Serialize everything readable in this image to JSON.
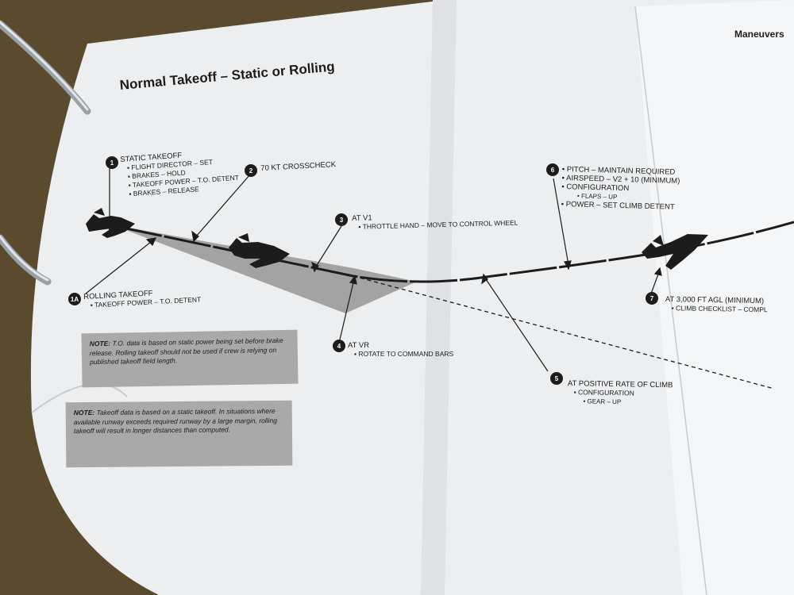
{
  "page": {
    "title": "Normal Takeoff – Static or Rolling",
    "header": "Maneuvers"
  },
  "steps": [
    {
      "num": "1",
      "lines": [
        "STATIC TAKEOFF",
        "▪ FLIGHT DIRECTOR – SET",
        "▪ BRAKES – HOLD",
        "▪ TAKEOFF POWER – T.O. DETENT",
        "▪ BRAKES – RELEASE"
      ]
    },
    {
      "num": "1A",
      "lines": [
        "ROLLING TAKEOFF",
        "▪ TAKEOFF POWER – T.O. DETENT"
      ]
    },
    {
      "num": "2",
      "lines": [
        "70 KT CROSSCHECK"
      ]
    },
    {
      "num": "3",
      "lines": [
        "AT V1",
        "▪ THROTTLE HAND – MOVE TO CONTROL WHEEL"
      ]
    },
    {
      "num": "4",
      "lines": [
        "AT VR",
        "▪ ROTATE TO COMMAND BARS"
      ]
    },
    {
      "num": "5",
      "lines": [
        "AT POSITIVE RATE OF CLIMB",
        "▪ CONFIGURATION",
        "• GEAR – UP"
      ]
    },
    {
      "num": "6",
      "lines": [
        "▪ PITCH – MAINTAIN REQUIRED",
        "▪ AIRSPEED – V2 + 10 (MINIMUM)",
        "▪ CONFIGURATION",
        "• FLAPS – UP",
        "▪ POWER – SET CLIMB DETENT"
      ]
    },
    {
      "num": "7",
      "lines": [
        "AT 3,000 FT AGL (MINIMUM)",
        "▪ CLIMB CHECKLIST – COMPL"
      ]
    }
  ],
  "notes": [
    {
      "label": "NOTE:",
      "text": " T.O. data is based on static power being set before brake release. Rolling takeoff should not be used if crew is relying on published takeoff field length."
    },
    {
      "label": "NOTE:",
      "text": " Takeoff data is based on a static takeoff. In situations where available runway exceeds required runway by a large margin, rolling takeoff will result in longer distances than computed."
    }
  ],
  "colors": {
    "paper": "#f2f3f4",
    "shadow": "#a3a3a3",
    "ink": "#1c1c1c",
    "desk": "#5a4a2e"
  }
}
